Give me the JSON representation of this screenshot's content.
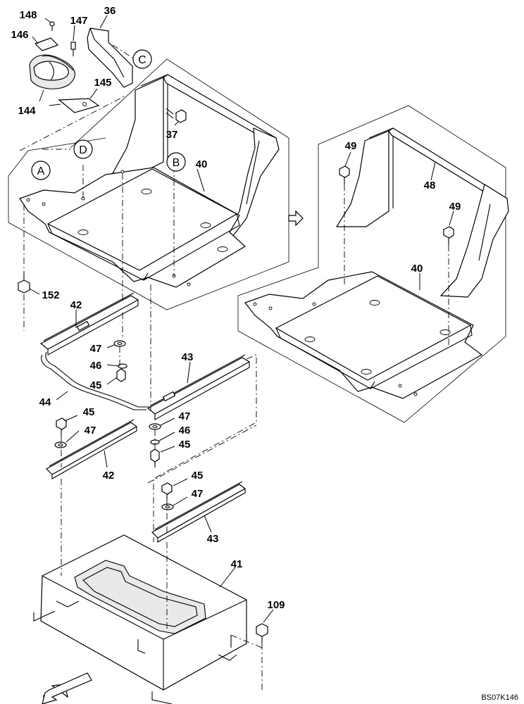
{
  "diagram": {
    "part_numbers": [
      {
        "id": "p148",
        "text": "148"
      },
      {
        "id": "p147",
        "text": "147"
      },
      {
        "id": "p36",
        "text": "36"
      },
      {
        "id": "p146",
        "text": "146"
      },
      {
        "id": "p145",
        "text": "145"
      },
      {
        "id": "p144",
        "text": "144"
      },
      {
        "id": "p37",
        "text": "37"
      },
      {
        "id": "p40a",
        "text": "40"
      },
      {
        "id": "p49a",
        "text": "49"
      },
      {
        "id": "p48",
        "text": "48"
      },
      {
        "id": "p49b",
        "text": "49"
      },
      {
        "id": "p40b",
        "text": "40"
      },
      {
        "id": "p152",
        "text": "152"
      },
      {
        "id": "p42a",
        "text": "42"
      },
      {
        "id": "p47a",
        "text": "47"
      },
      {
        "id": "p46a",
        "text": "46"
      },
      {
        "id": "p45a",
        "text": "45"
      },
      {
        "id": "p43a",
        "text": "43"
      },
      {
        "id": "p44",
        "text": "44"
      },
      {
        "id": "p45b",
        "text": "45"
      },
      {
        "id": "p47b",
        "text": "47"
      },
      {
        "id": "p47c",
        "text": "47"
      },
      {
        "id": "p46b",
        "text": "46"
      },
      {
        "id": "p45c",
        "text": "45"
      },
      {
        "id": "p42b",
        "text": "42"
      },
      {
        "id": "p45d",
        "text": "45"
      },
      {
        "id": "p47d",
        "text": "47"
      },
      {
        "id": "p43b",
        "text": "43"
      },
      {
        "id": "p41",
        "text": "41"
      },
      {
        "id": "p109",
        "text": "109"
      }
    ],
    "reference_markers": [
      {
        "id": "refA",
        "text": "A"
      },
      {
        "id": "refB",
        "text": "B"
      },
      {
        "id": "refC",
        "text": "C"
      },
      {
        "id": "refD",
        "text": "D"
      }
    ],
    "figure_code": "BS07K146"
  }
}
